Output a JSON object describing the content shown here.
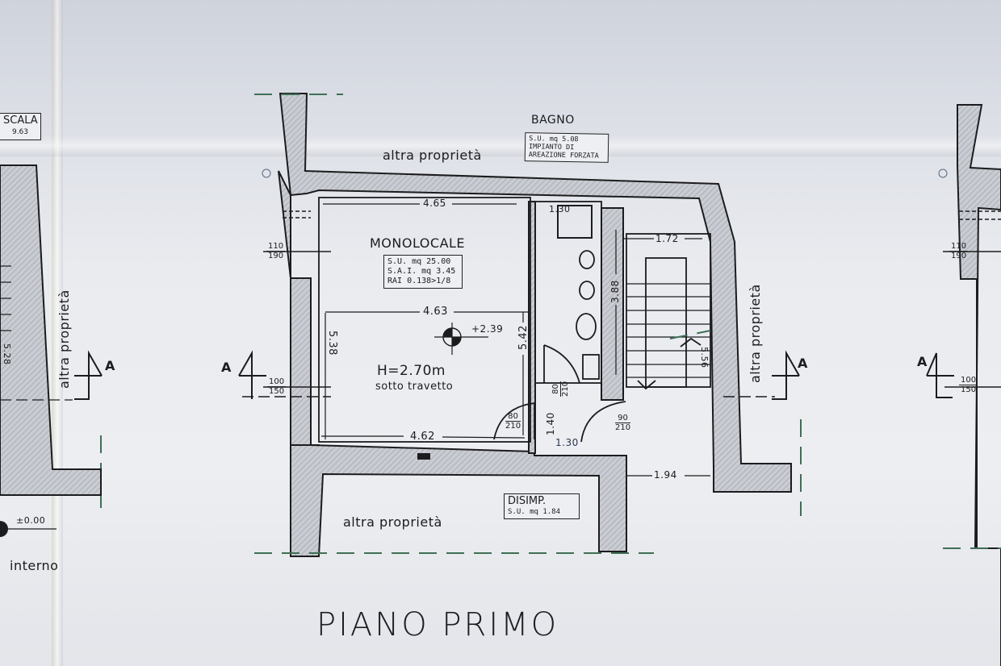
{
  "drawing": {
    "title": "PIANO PRIMO",
    "neighbor_label": "altra proprietà",
    "section_marker": "A"
  },
  "rooms": {
    "monolocale": {
      "name": "MONOLOCALE",
      "su": "S.U.  mq  25.00",
      "sai": "S.A.I.  mq    3.45",
      "rai": "RAI  0.138>1/8",
      "height": "H=2.70m",
      "height_note": "sotto travetto",
      "elevation": "+2.39"
    },
    "bagno": {
      "name": "BAGNO",
      "su": "S.U.  mq    5.08",
      "note1": "IMPIANTO DI",
      "note2": "AREAZIONE FORZATA"
    },
    "disimpegno": {
      "name": "DISIMP.",
      "su": "S.U.  mq    1.84"
    }
  },
  "dimensions": {
    "top_width": "4.65",
    "mid_width": "4.63",
    "bottom_width": "4.62",
    "left_height": "5.38",
    "right_height": "5.42",
    "bath_width": "1.30",
    "bath_height": "3.88",
    "stair_width": "1.72",
    "stair_height": "5.56",
    "landing_width": "1.94",
    "disimp_width": "1.30",
    "disimp_depth": "1.40"
  },
  "openings": {
    "window_top": {
      "w": "110",
      "h": "190"
    },
    "window_bottom": {
      "w": "100",
      "h": "150"
    },
    "door_bath": {
      "w": "80",
      "h": "210"
    },
    "door_room": {
      "w": "80",
      "h": "210"
    },
    "door_entry": {
      "w": "90",
      "h": "210"
    }
  },
  "left_sheet": {
    "scala_label": "SCALA",
    "scala_value": "9.63",
    "dimension": "5.28",
    "elevation": "±0.00",
    "interno": "interno"
  },
  "right_sheet": {
    "window_top": {
      "w": "110",
      "h": "190"
    },
    "window_bottom": {
      "w": "100",
      "h": "150"
    }
  },
  "colors": {
    "ink": "#1c1c1e",
    "wall_hatch": "#b9bcc2",
    "paper": "#eceef1",
    "axis_green": "#3f6f55"
  }
}
